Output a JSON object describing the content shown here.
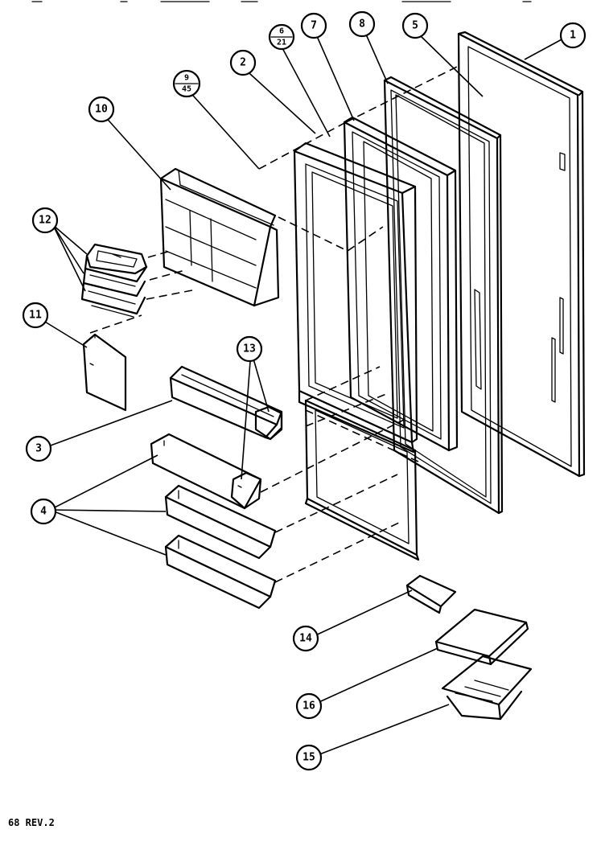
{
  "callouts": {
    "c1": "1",
    "c2": "2",
    "c3": "3",
    "c4": "4",
    "c5": "5",
    "c6_top": "6",
    "c6_bottom": "21",
    "c7": "7",
    "c8": "8",
    "c9_top": "9",
    "c9_bottom": "45",
    "c10": "10",
    "c11": "11",
    "c12": "12",
    "c13": "13",
    "c14": "14",
    "c15": "15",
    "c16": "16"
  },
  "footer": {
    "revision": "68 REV.2"
  }
}
